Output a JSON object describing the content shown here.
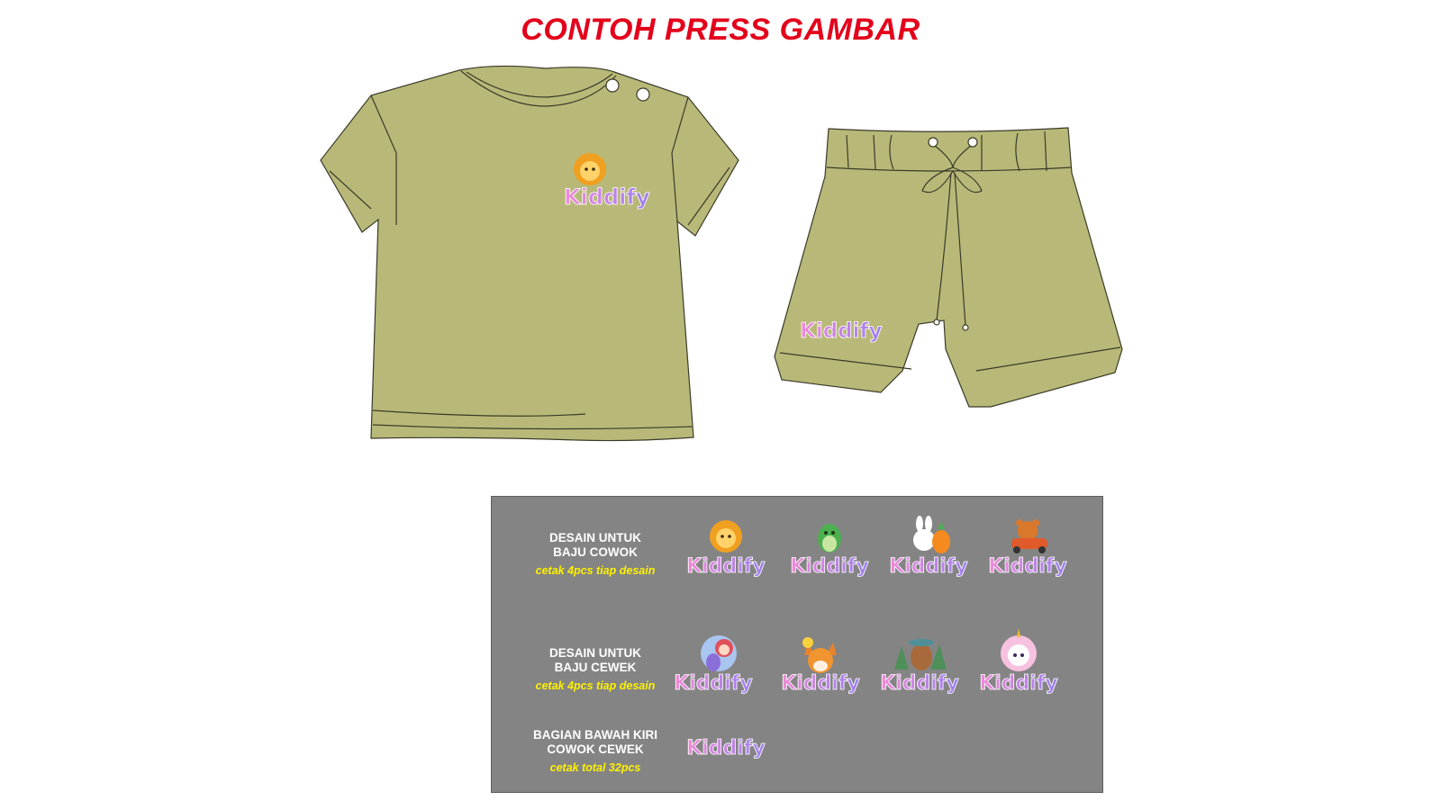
{
  "title": "CONTOH PRESS GAMBAR",
  "brand": "Kiddify",
  "colors": {
    "title": "#e3001b",
    "garment_fill": "#b8b978",
    "garment_stroke": "#3a3a2a",
    "panel_bg": "#848484",
    "label_text": "#ffffff",
    "note_text": "#fff200",
    "brand_pink": "#f08ad6",
    "brand_purple": "#9b7ef2"
  },
  "garments": {
    "shirt": {
      "logo_text": "Kiddify",
      "mascot": "lion-icon"
    },
    "shorts": {
      "logo_text": "Kiddify"
    }
  },
  "rows": [
    {
      "label_lines": [
        "DESAIN UNTUK",
        "BAJU COWOK"
      ],
      "note": "cetak 4pcs tiap desain",
      "logos": [
        {
          "text": "Kiddify",
          "mascot": "lion-icon"
        },
        {
          "text": "Kiddify",
          "mascot": "dinosaur-icon"
        },
        {
          "text": "Kiddify",
          "mascot": "bunny-carrot-icon"
        },
        {
          "text": "Kiddify",
          "mascot": "bear-car-icon"
        }
      ]
    },
    {
      "label_lines": [
        "DESAIN UNTUK",
        "BAJU CEWEK"
      ],
      "note": "cetak 4pcs tiap desain",
      "logos": [
        {
          "text": "Kiddify",
          "mascot": "mermaid-icon"
        },
        {
          "text": "Kiddify",
          "mascot": "fox-flower-icon"
        },
        {
          "text": "Kiddify",
          "mascot": "horse-forest-icon"
        },
        {
          "text": "Kiddify",
          "mascot": "unicorn-icon"
        }
      ]
    },
    {
      "label_lines": [
        "BAGIAN BAWAH KIRI",
        "COWOK CEWEK"
      ],
      "note": "cetak total 32pcs",
      "logos": [
        {
          "text": "Kiddify",
          "mascot": ""
        }
      ]
    }
  ]
}
